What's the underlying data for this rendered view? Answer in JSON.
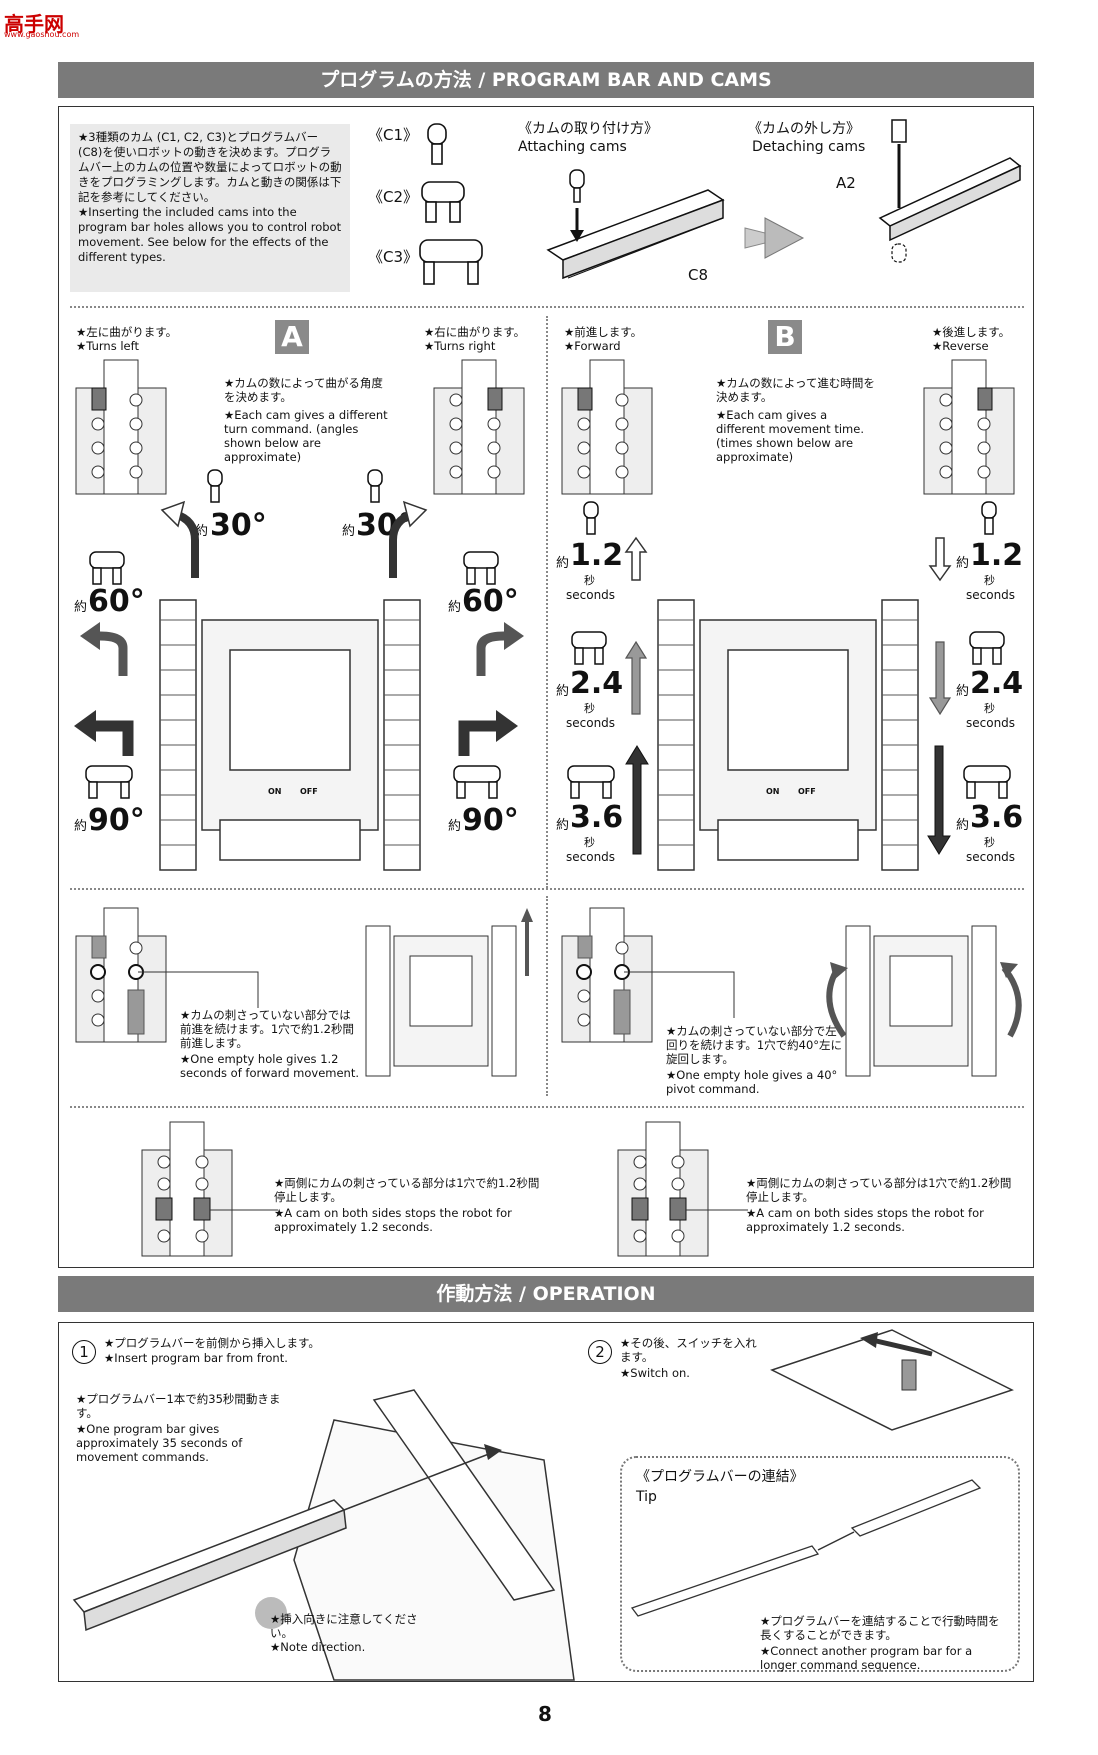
{
  "logo": {
    "title": "高手网",
    "url": "www.gaoshou.com"
  },
  "section1": {
    "banner": "プログラムの方法 / PROGRAM BAR AND CAMS",
    "intro_jp": "★3種類のカム (C1, C2, C3)とプログラムバー(C8)を使いロボットの動きを決めます。プログラムバー上のカムの位置や数量によってロボットの動きをプログラミングします。カムと動きの関係は下記を参考にしてください。",
    "intro_en": "★Inserting the included cams into the program bar holes allows you to control robot movement. See below for the effects of the different types.",
    "cams": [
      "《C1》",
      "《C2》",
      "《C3》"
    ],
    "attach_jp": "《カムの取り付け方》",
    "attach_en": "Attaching cams",
    "detach_jp": "《カムの外し方》",
    "detach_en": "Detaching cams",
    "part_a2": "A2",
    "part_c8": "C8"
  },
  "panelA": {
    "letter": "A",
    "left_jp": "★左に曲がります。",
    "left_en": "★Turns left",
    "right_jp": "★右に曲がります。",
    "right_en": "★Turns right",
    "desc_jp": "★カムの数によって曲がる角度を決めます。",
    "desc_en": "★Each cam gives a different turn command. (angles shown below are approximate)",
    "yaku": "約",
    "angles": [
      "30°",
      "60°",
      "90°"
    ]
  },
  "panelB": {
    "letter": "B",
    "fwd_jp": "★前進します。",
    "fwd_en": "★Forward",
    "rev_jp": "★後進します。",
    "rev_en": "★Reverse",
    "desc_jp": "★カムの数によって進む時間を決めます。",
    "desc_en": "★Each cam gives a different movement time. (times shown below are approximate)",
    "yaku": "約",
    "sec_jp": "秒",
    "sec_en": "seconds",
    "times": [
      "1.2",
      "2.4",
      "3.6"
    ]
  },
  "switch": {
    "on": "ON",
    "off": "OFF"
  },
  "empty_fwd": {
    "jp": "★カムの刺さっていない部分では前進を続けます。1穴で約1.2秒間前進します。",
    "en": "★One empty hole gives 1.2 seconds of forward movement."
  },
  "empty_pivot": {
    "jp": "★カムの刺さっていない部分で左回りを続けます。1穴で約40°左に旋回します。",
    "en": "★One empty hole gives a 40° pivot command."
  },
  "both_stop": {
    "jp": "★両側にカムの刺さっている部分は1穴で約1.2秒間停止します。",
    "en": "★A cam on both sides stops the robot for approximately 1.2 seconds."
  },
  "section2": {
    "banner": "作動方法 / OPERATION",
    "step1_num": "1",
    "step1_jp": "★プログラムバーを前側から挿入します。",
    "step1_en": "★Insert program bar from front.",
    "duration_jp": "★プログラムバー1本で約35秒間動きます。",
    "duration_en": "★One program bar gives approximately 35 seconds of movement commands.",
    "note_jp": "★挿入向きに注意してください。",
    "note_en": "★Note direction.",
    "step2_num": "2",
    "step2_jp": "★その後、スイッチを入れます。",
    "step2_en": "★Switch on.",
    "tip_jp": "《プログラムバーの連結》",
    "tip_en": "Tip",
    "tip_desc_jp": "★プログラムバーを連結することで行動時間を長くすることができます。",
    "tip_desc_en": "★Connect another program bar for a longer command sequence."
  },
  "page_number": "8"
}
